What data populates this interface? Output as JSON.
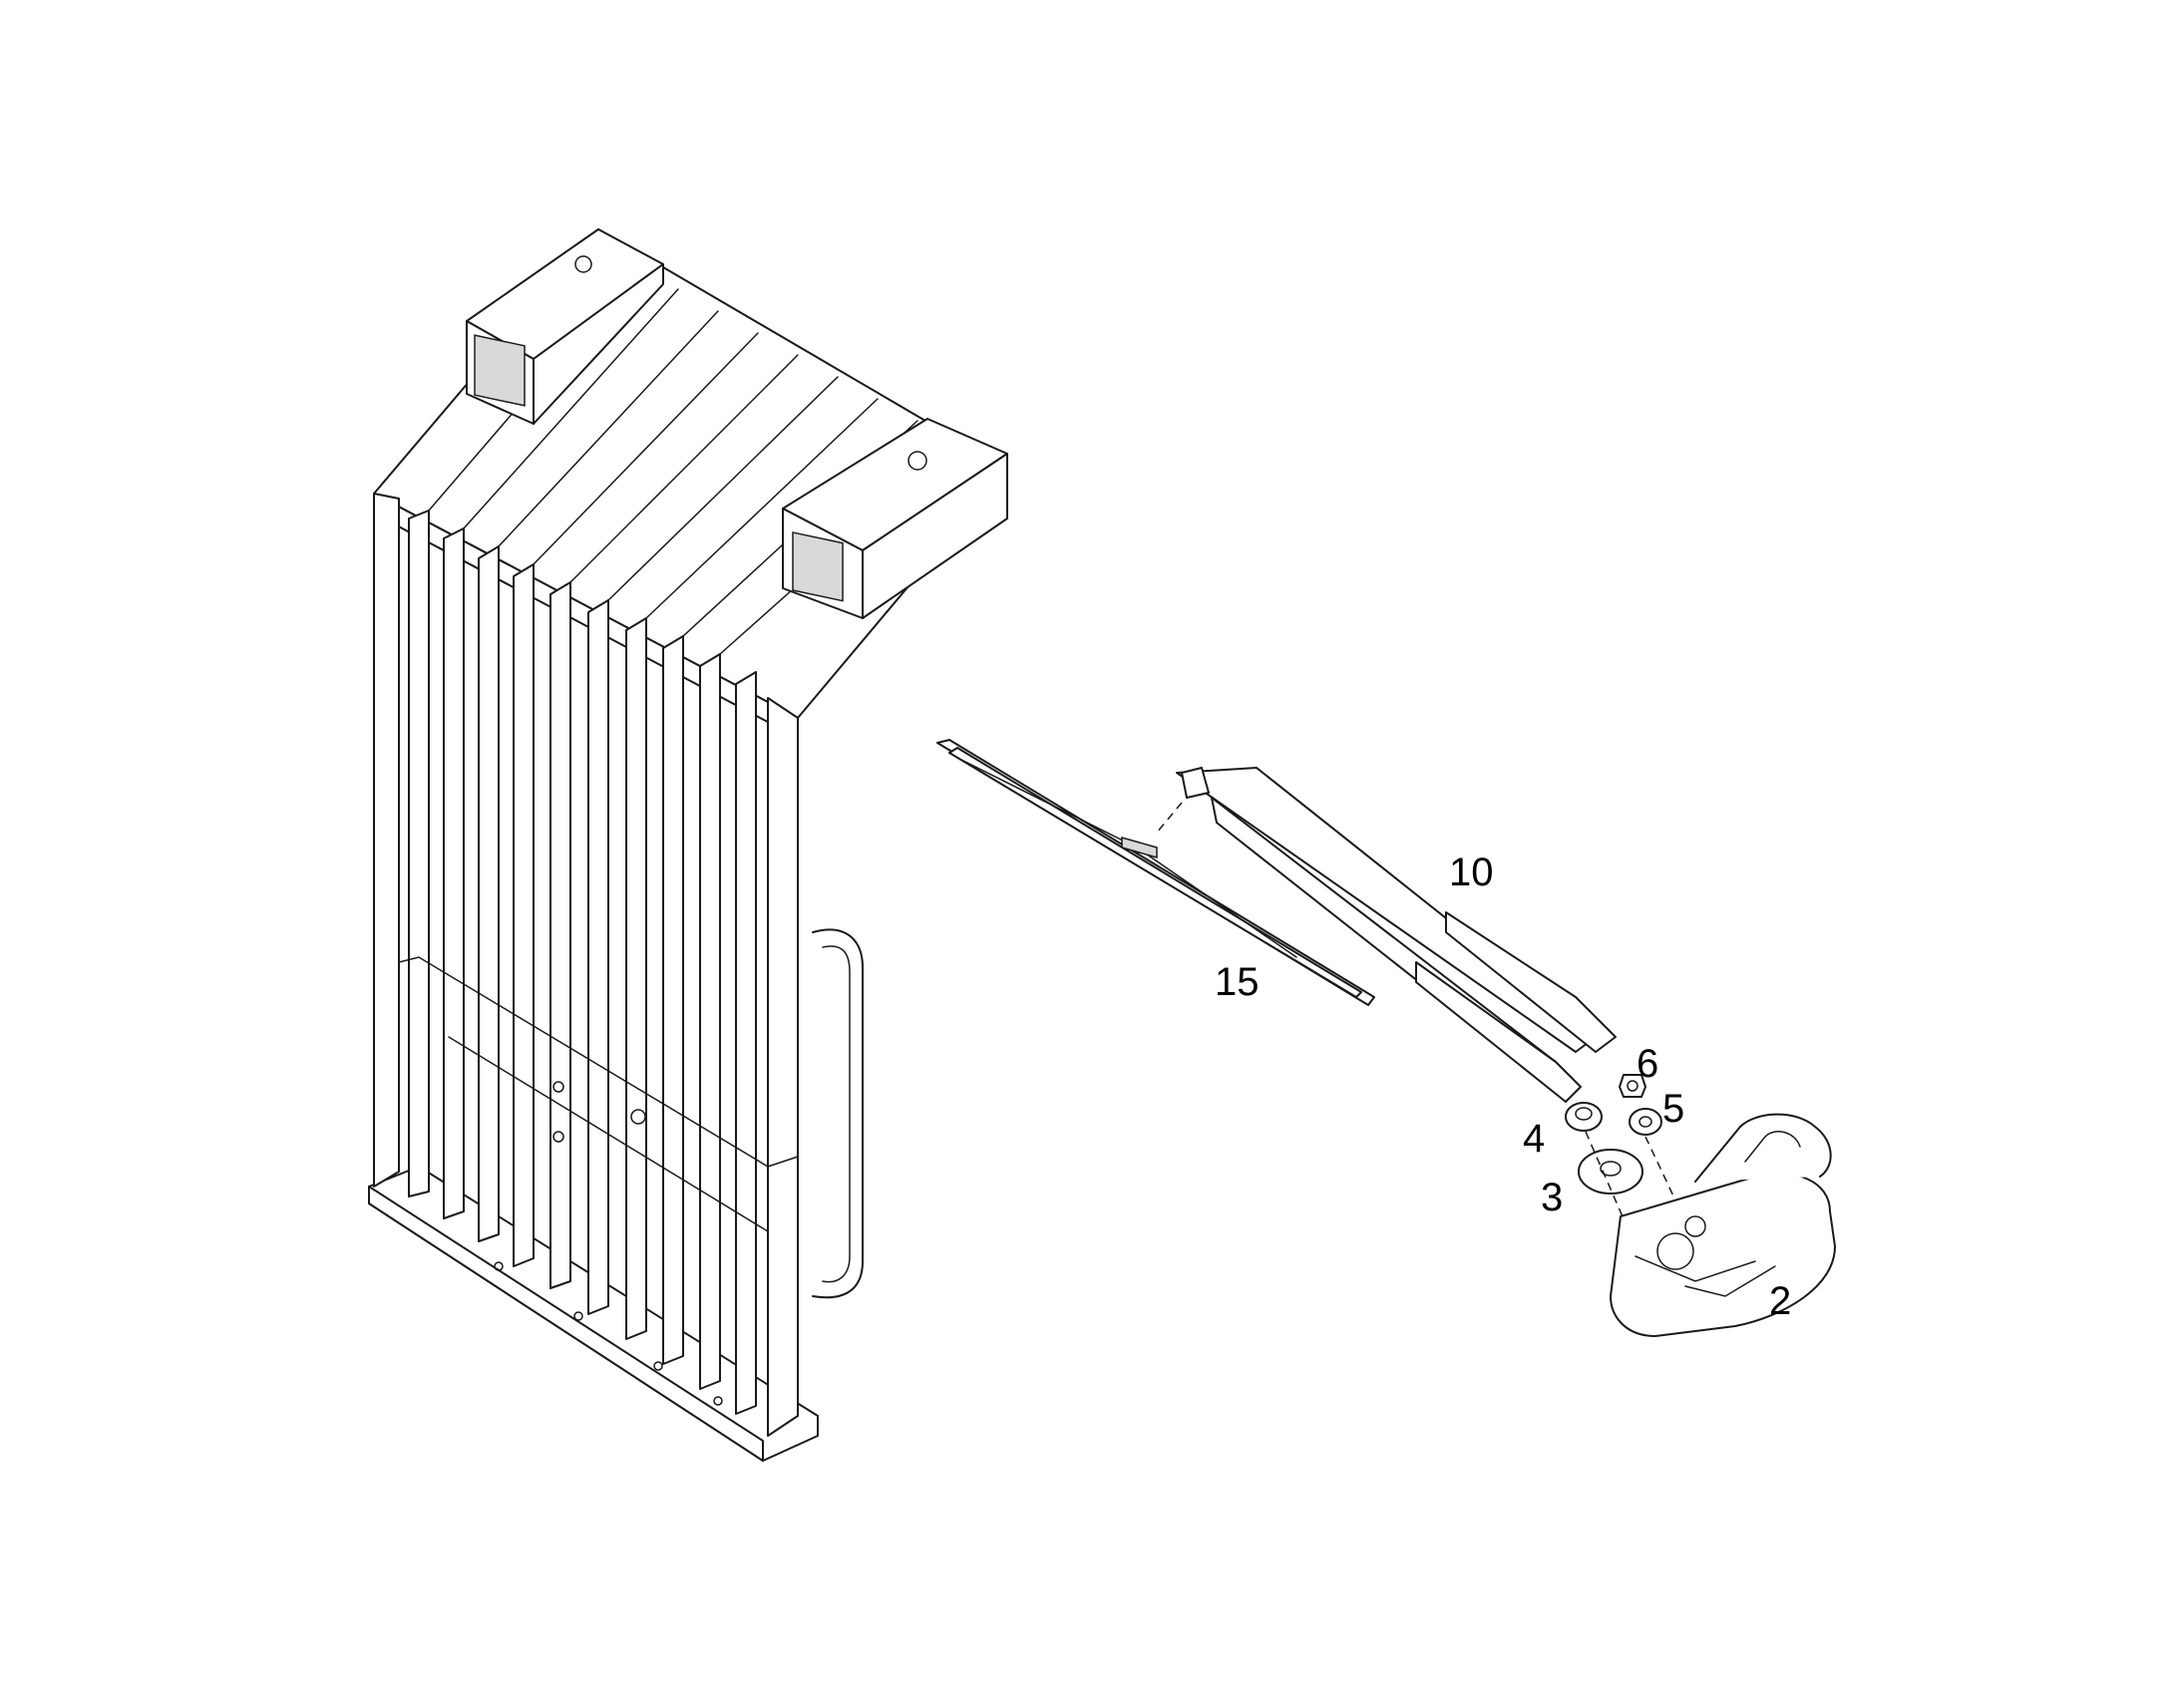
{
  "diagram": {
    "callouts": [
      {
        "id": "part-10",
        "text": "10"
      },
      {
        "id": "part-15",
        "text": "15"
      },
      {
        "id": "part-6",
        "text": "6"
      },
      {
        "id": "part-5",
        "text": "5"
      },
      {
        "id": "part-4",
        "text": "4"
      },
      {
        "id": "part-3",
        "text": "3"
      },
      {
        "id": "part-2",
        "text": "2"
      }
    ]
  }
}
